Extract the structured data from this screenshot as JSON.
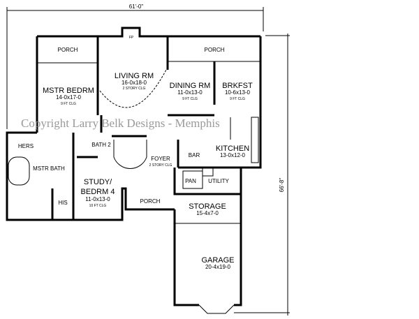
{
  "dimensions": {
    "width_label": "61'-0\"",
    "depth_label": "66'-8\""
  },
  "watermark": "Copyright Larry Belk Designs - Memphis",
  "rooms": {
    "porch_left": {
      "name": "PORCH"
    },
    "porch_right": {
      "name": "PORCH"
    },
    "porch_front": {
      "name": "PORCH"
    },
    "fireplace": {
      "name": "FP"
    },
    "living": {
      "name": "LIVING RM",
      "size": "16-0x18-0",
      "ceiling": "2 STORY CLG"
    },
    "master_bedroom": {
      "name": "MSTR BEDRM",
      "size": "14-0x17-0",
      "ceiling": "9 FT CLG"
    },
    "dining": {
      "name": "DINING RM",
      "size": "11-0x13-0",
      "ceiling": "9 FT CLG"
    },
    "breakfast": {
      "name": "BRKFST",
      "size": "10-6x13-0",
      "ceiling": "9 FT CLG"
    },
    "hers": {
      "name": "HERS"
    },
    "his": {
      "name": "HIS"
    },
    "master_bath": {
      "name": "MSTR BATH"
    },
    "bath2": {
      "name": "BATH 2"
    },
    "foyer": {
      "name": "FOYER",
      "ceiling": "2 STORY CLG"
    },
    "study": {
      "name_line1": "STUDY/",
      "name_line2": "BEDRM 4",
      "size": "11-0x13-0",
      "ceiling": "10 FT CLG"
    },
    "bar": {
      "name": "BAR"
    },
    "kitchen": {
      "name": "KITCHEN",
      "size": "13-0x12-0"
    },
    "pantry": {
      "name": "PAN"
    },
    "utility": {
      "name": "UTILITY"
    },
    "storage": {
      "name": "STORAGE",
      "size": "15-4x7-0"
    },
    "garage": {
      "name": "GARAGE",
      "size": "20-4x19-0"
    }
  }
}
